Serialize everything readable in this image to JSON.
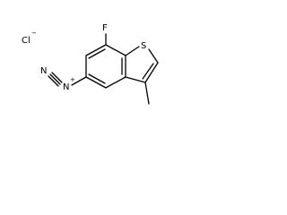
{
  "molecule": {
    "counter_ion": {
      "symbol": "Cl",
      "charge": "−"
    },
    "atoms": {
      "fluorine": "F",
      "sulfur": "S",
      "diazonium_n1": "N",
      "diazonium_n2": "N",
      "n_charge": "+"
    }
  },
  "colors": {
    "ink": "#000000",
    "background": "#ffffff"
  }
}
